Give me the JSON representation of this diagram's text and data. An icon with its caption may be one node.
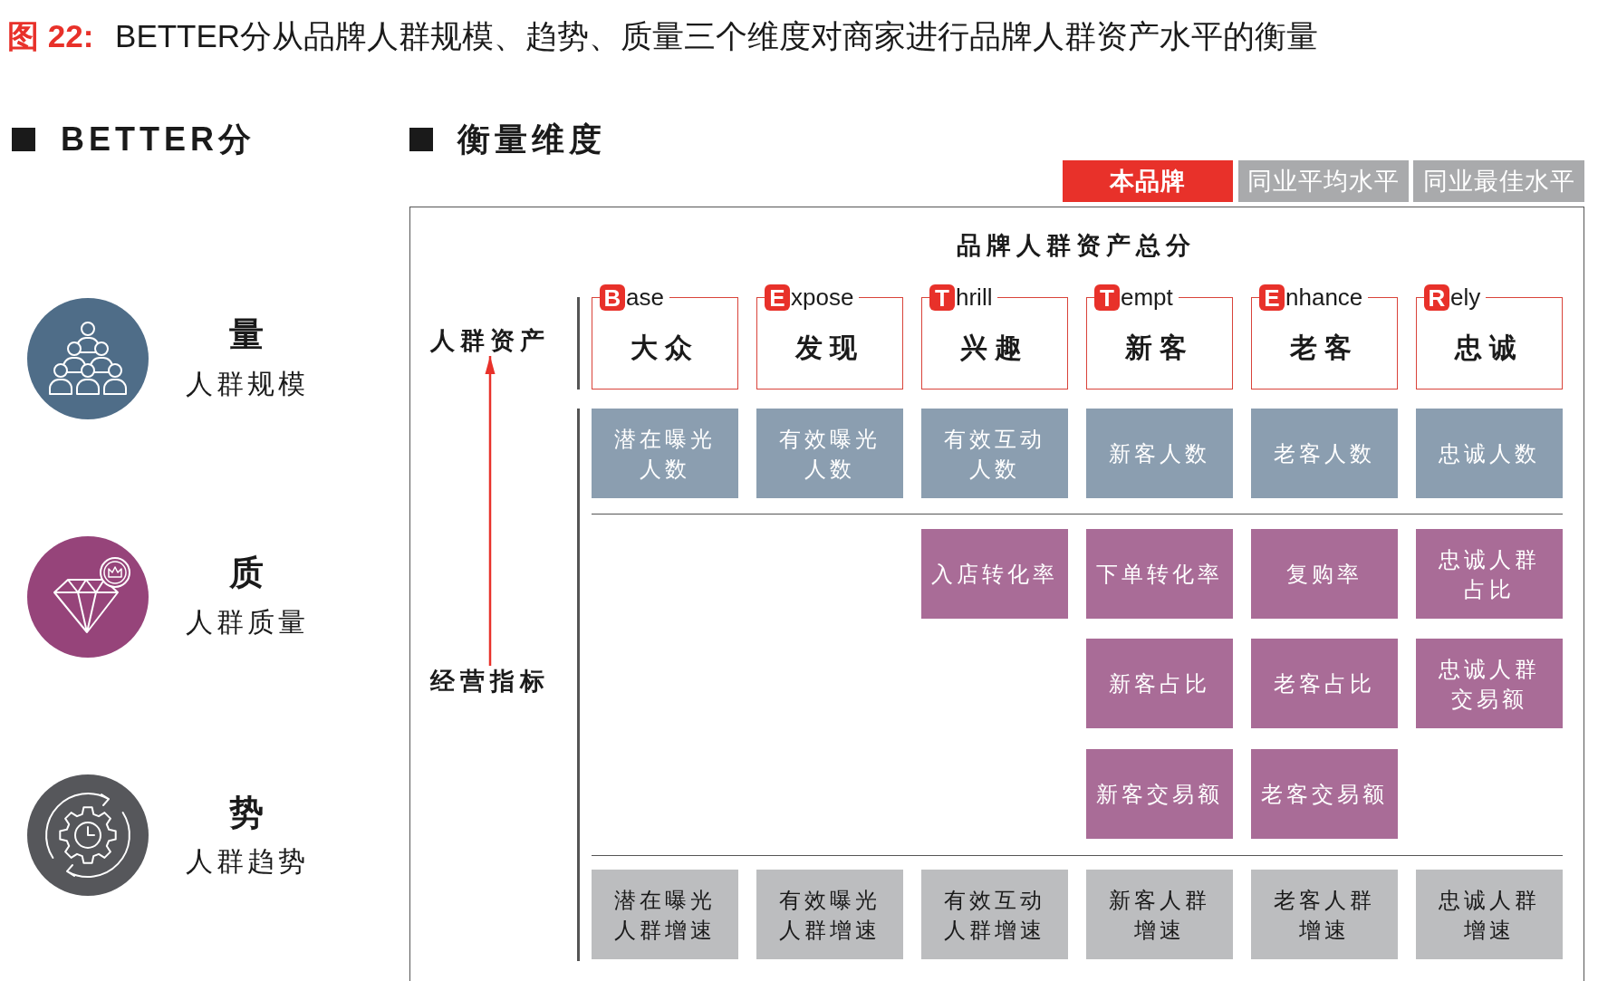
{
  "diagram": {
    "title": "**图 22:** BETTER分从品牌人群规模、趋势、质量三个维度对商家进行品牌人群资产水平的衡量",
    "nodes": [
      {
        "text": [
          "品牌人群资产总分"
        ]
      },
      {
        "text": [
          "人群资产"
        ],
        "in": 0
      },
      {
        "text": [
          "**B**ase",
          "大众"
        ],
        "in": 0
      },
      {
        "text": [
          "**E**xpose",
          "发现"
        ],
        "in": 0
      },
      {
        "text": [
          "**T**hrill",
          "兴趣"
        ],
        "in": 0
      },
      {
        "text": [
          "**T**empt",
          "新客"
        ],
        "in": 0
      },
      {
        "text": [
          "**E**nhance",
          "老客"
        ],
        "in": 0
      },
      {
        "text": [
          "**R**ely",
          "忠诚"
        ],
        "in": 0
      },
      {
        "text": [
          "潜在曝光人数"
        ],
        "in": 0
      },
      {
        "text": [
          "有效曝光人数"
        ],
        "in": 0
      },
      {
        "text": [
          "有效互动人数"
        ],
        "in": 0
      },
      {
        "text": [
          "新客人数"
        ],
        "in": 0
      },
      {
        "text": [
          "老客人数"
        ],
        "in": 0
      },
      {
        "text": [
          "忠诚人数"
        ],
        "in": 0
      },
      {
        "text": [
          "入店转化率"
        ],
        "in": 0
      },
      {
        "text": [
          "下单转化率"
        ],
        "in": 0
      },
      {
        "text": [
          "复购率"
        ],
        "in": 0
      },
      {
        "text": [
          "忠诚人群占比"
        ],
        "in": 0
      },
      {
        "text": [
          "经营指标"
        ],
        "in": 0
      },
      {
        "text": [
          "新客占比"
        ],
        "in": 0
      },
      {
        "text": [
          "老客占比"
        ],
        "in": 0
      },
      {
        "text": [
          "忠诚人群交易额"
        ],
        "in": 0
      },
      {
        "text": [
          "新客交易额"
        ],
        "in": 0
      },
      {
        "text": [
          "老客交易额"
        ],
        "in": 0
      },
      {
        "text": [
          "潜在曝光人群增速"
        ],
        "in": 0
      },
      {
        "text": [
          "有效曝光人群增速"
        ],
        "in": 0
      },
      {
        "text": [
          "有效互动人群增速"
        ],
        "in": 0
      },
      {
        "text": [
          "新客人群增速"
        ],
        "in": 0
      },
      {
        "text": [
          "老客人群增速"
        ],
        "in": 0
      },
      {
        "text": [
          "忠诚人群增速"
        ],
        "in": 0
      }
    ],
    "edges": [
      {
        "from": 18,
        "to": 1,
        "arrow": "to"
      }
    ],
    "labels": [
      "BETTER分",
      "衡量维度",
      "量",
      "人群规模",
      "质",
      "人群质量",
      "势",
      "人群趋势"
    ],
    "legend": [
      {
        "text": "本品牌",
        "color": "#e8312a"
      },
      {
        "text": "同业平均水平",
        "color": "#a9aaac"
      },
      {
        "text": "同业最佳水平",
        "color": "#a9aaac"
      }
    ]
  }
}
